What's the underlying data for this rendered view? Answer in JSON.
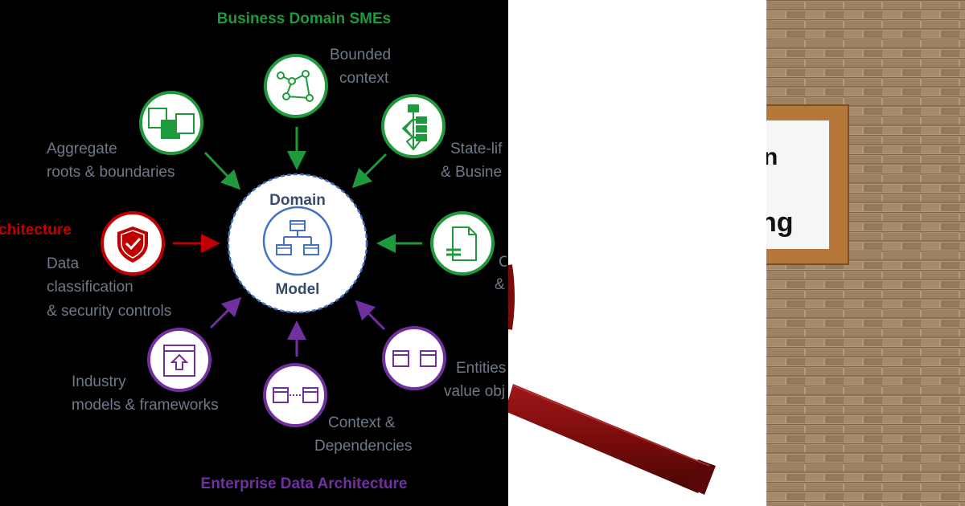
{
  "diagram": {
    "titles": {
      "top": "Business Domain SMEs",
      "bottom": "Enterprise Data Architecture",
      "left": "chitecture"
    },
    "center": {
      "line1": "Domain",
      "line2": "Model"
    },
    "nodes": {
      "bounded_context": {
        "l1": "Bounded",
        "l2": "context"
      },
      "aggregate_roots": {
        "l1": "Aggregate",
        "l2": "roots & boundaries"
      },
      "state_lifecycle": {
        "l1": "State-lif",
        "l2": "& Busine"
      },
      "contracts": {
        "l1": "C",
        "l2": "&"
      },
      "data_classification": {
        "l1": "Data",
        "l2": "classification",
        "l3": "& security controls"
      },
      "industry_models": {
        "l1": "Industry",
        "l2": "models & frameworks"
      },
      "context_dependencies": {
        "l1": "Context &",
        "l2": "Dependencies"
      },
      "entities": {
        "l1": "Entities",
        "l2": "value obj"
      }
    },
    "colors": {
      "green": "#1e9a3c",
      "red": "#c00000",
      "purple": "#7030a0",
      "center_blue": "#4472c4",
      "label_gray": "#6c7a8a"
    }
  },
  "sign": {
    "line1": "n",
    "line2": "ng"
  }
}
